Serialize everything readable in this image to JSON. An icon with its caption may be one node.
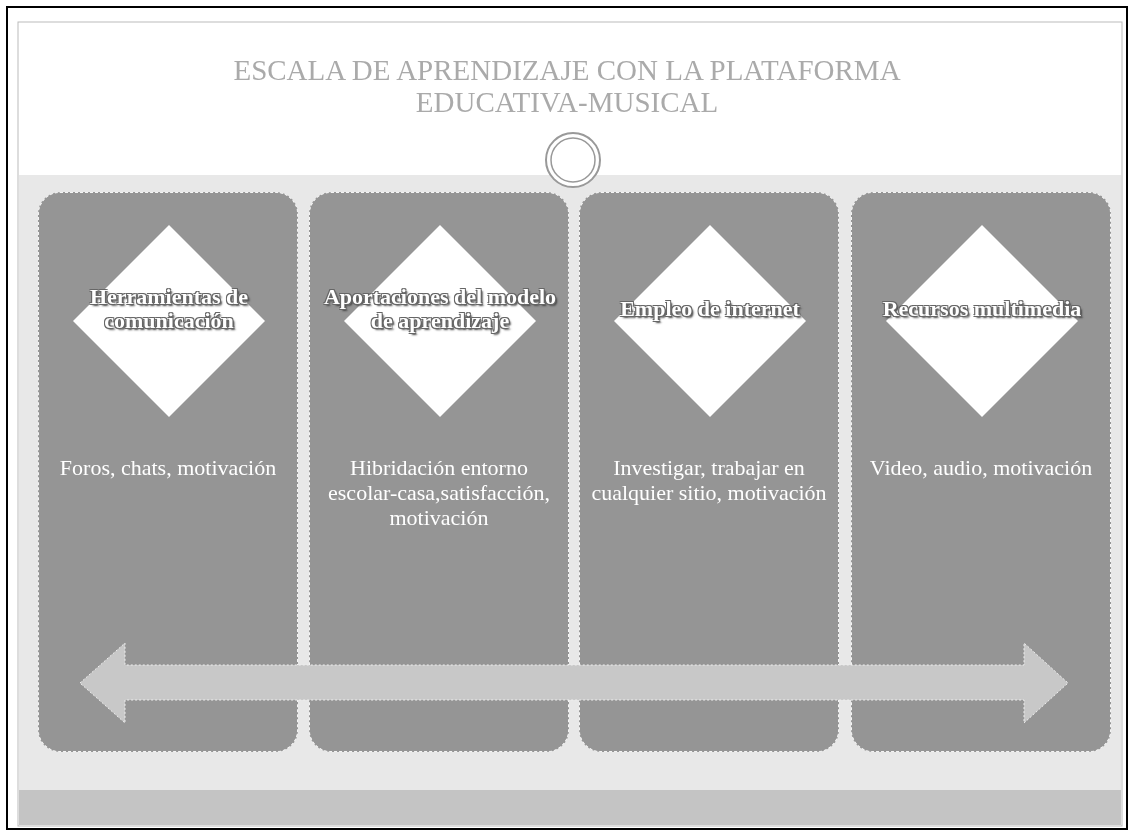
{
  "diagram": {
    "title": "ESCALA DE APRENDIZAJE CON LA PLATAFORMA EDUCATIVA-MUSICAL",
    "nodes": [
      {
        "text": [
          "Foros, chats, motivación"
        ]
      },
      {
        "text": [
          "Herramientas de comunicación"
        ],
        "in": 0
      },
      {
        "text": [
          "Hibridación entorno escolar-casa,satisfacción, motivación"
        ]
      },
      {
        "text": [
          "Aportaciones del modelo de aprendizaje"
        ],
        "in": 2
      },
      {
        "text": [
          "Investigar, trabajar en cualquier sitio, motivación"
        ]
      },
      {
        "text": [
          "Empleo de internet"
        ],
        "in": 4
      },
      {
        "text": [
          "Video, audio, motivación"
        ]
      },
      {
        "text": [
          "Recursos multimedia"
        ],
        "in": 6
      }
    ],
    "edges": []
  }
}
